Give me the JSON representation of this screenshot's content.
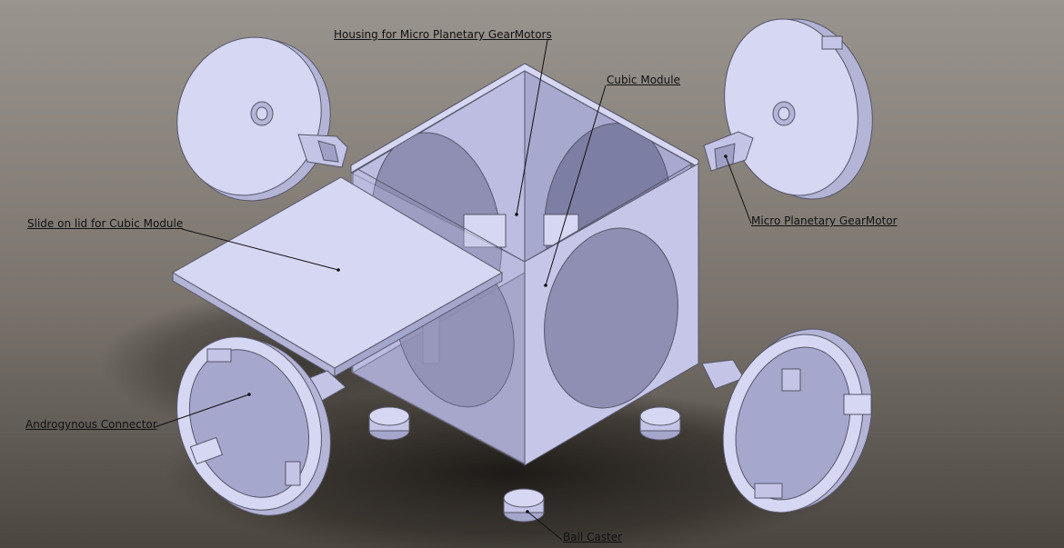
{
  "labels": {
    "housing": "Housing for Micro Planetary GearMotors",
    "cubic_module": "Cubic Module",
    "slide_lid": "Slide on lid for Cubic Module",
    "gearmotor": "Micro Planetary GearMotor",
    "connector": "Androgynous Connector",
    "ball_caster": "Ball Caster"
  },
  "colors": {
    "part_light": "#d6d7f2",
    "part_mid": "#b3b4d6",
    "part_dark": "#8e8fb3",
    "background_top": "#9a948e",
    "background_bottom": "#4b4640"
  }
}
